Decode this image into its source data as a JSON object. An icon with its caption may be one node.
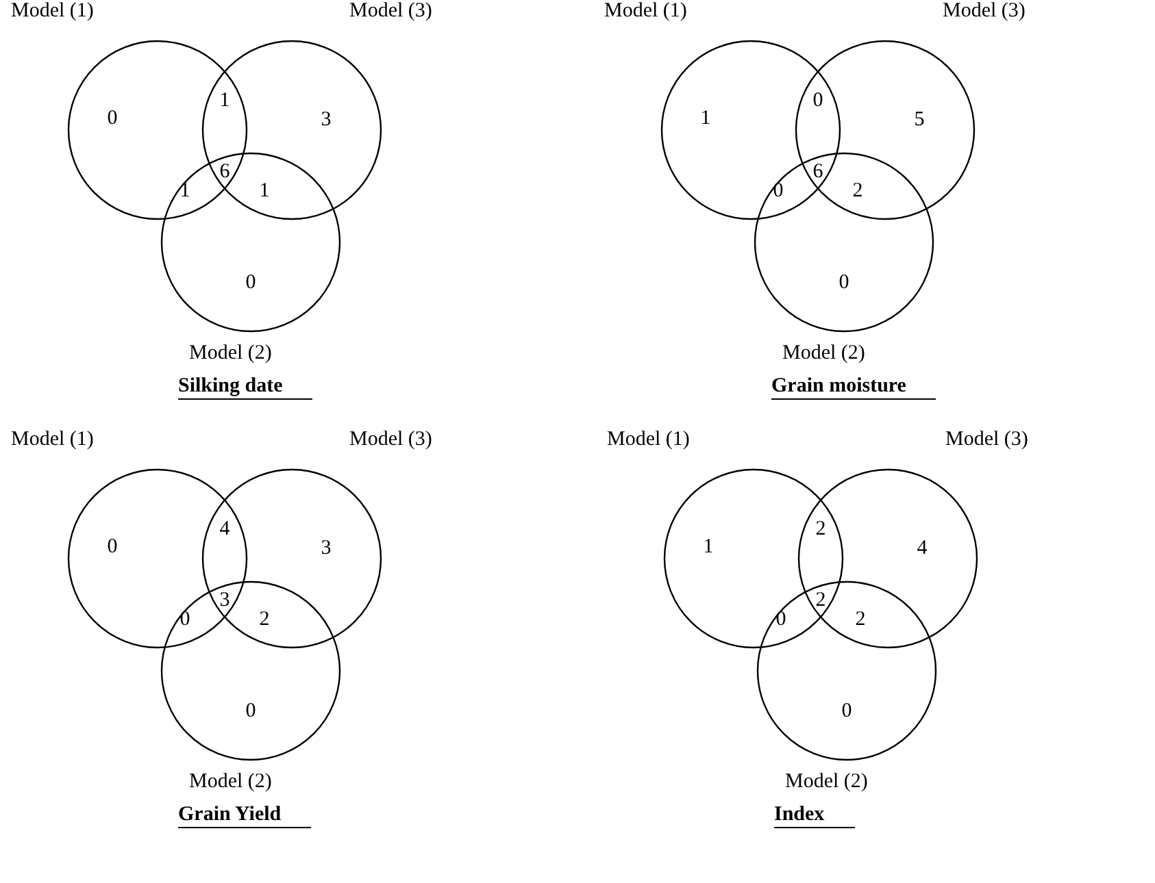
{
  "diagram": {
    "nodes": [
      {
        "text": [],
        "shape": "circle",
        "beside": [
          "Model (1)"
        ]
      },
      {
        "text": [],
        "shape": "circle",
        "beside": [
          "Model (3)"
        ]
      },
      {
        "text": [],
        "shape": "circle",
        "beside": [
          "Model (2)"
        ]
      },
      {
        "text": [],
        "shape": "circle",
        "beside": [
          "Model (1)"
        ]
      },
      {
        "text": [],
        "shape": "circle",
        "beside": [
          "Model (3)"
        ]
      },
      {
        "text": [],
        "shape": "circle",
        "beside": [
          "Model (2)"
        ]
      },
      {
        "text": [],
        "shape": "circle",
        "beside": [
          "Model (1)"
        ]
      },
      {
        "text": [],
        "shape": "circle",
        "beside": [
          "Model (3)"
        ]
      },
      {
        "text": [],
        "shape": "circle",
        "beside": [
          "Model (2)"
        ]
      },
      {
        "text": [],
        "shape": "circle",
        "beside": [
          "Model (1)"
        ]
      },
      {
        "text": [],
        "shape": "circle",
        "beside": [
          "Model (3)"
        ]
      },
      {
        "text": [],
        "shape": "circle",
        "beside": [
          "Model (2)"
        ]
      }
    ],
    "edges": [],
    "labels": [
      "0",
      "1",
      "3",
      "1",
      "6",
      "1",
      "0",
      "Silking date",
      "1",
      "0",
      "5",
      "0",
      "6",
      "2",
      "0",
      "Grain moisture",
      "0",
      "4",
      "3",
      "0",
      "3",
      "2",
      "0",
      "Grain Yield",
      "1",
      "2",
      "4",
      "0",
      "2",
      "2",
      "0",
      "Index"
    ]
  }
}
